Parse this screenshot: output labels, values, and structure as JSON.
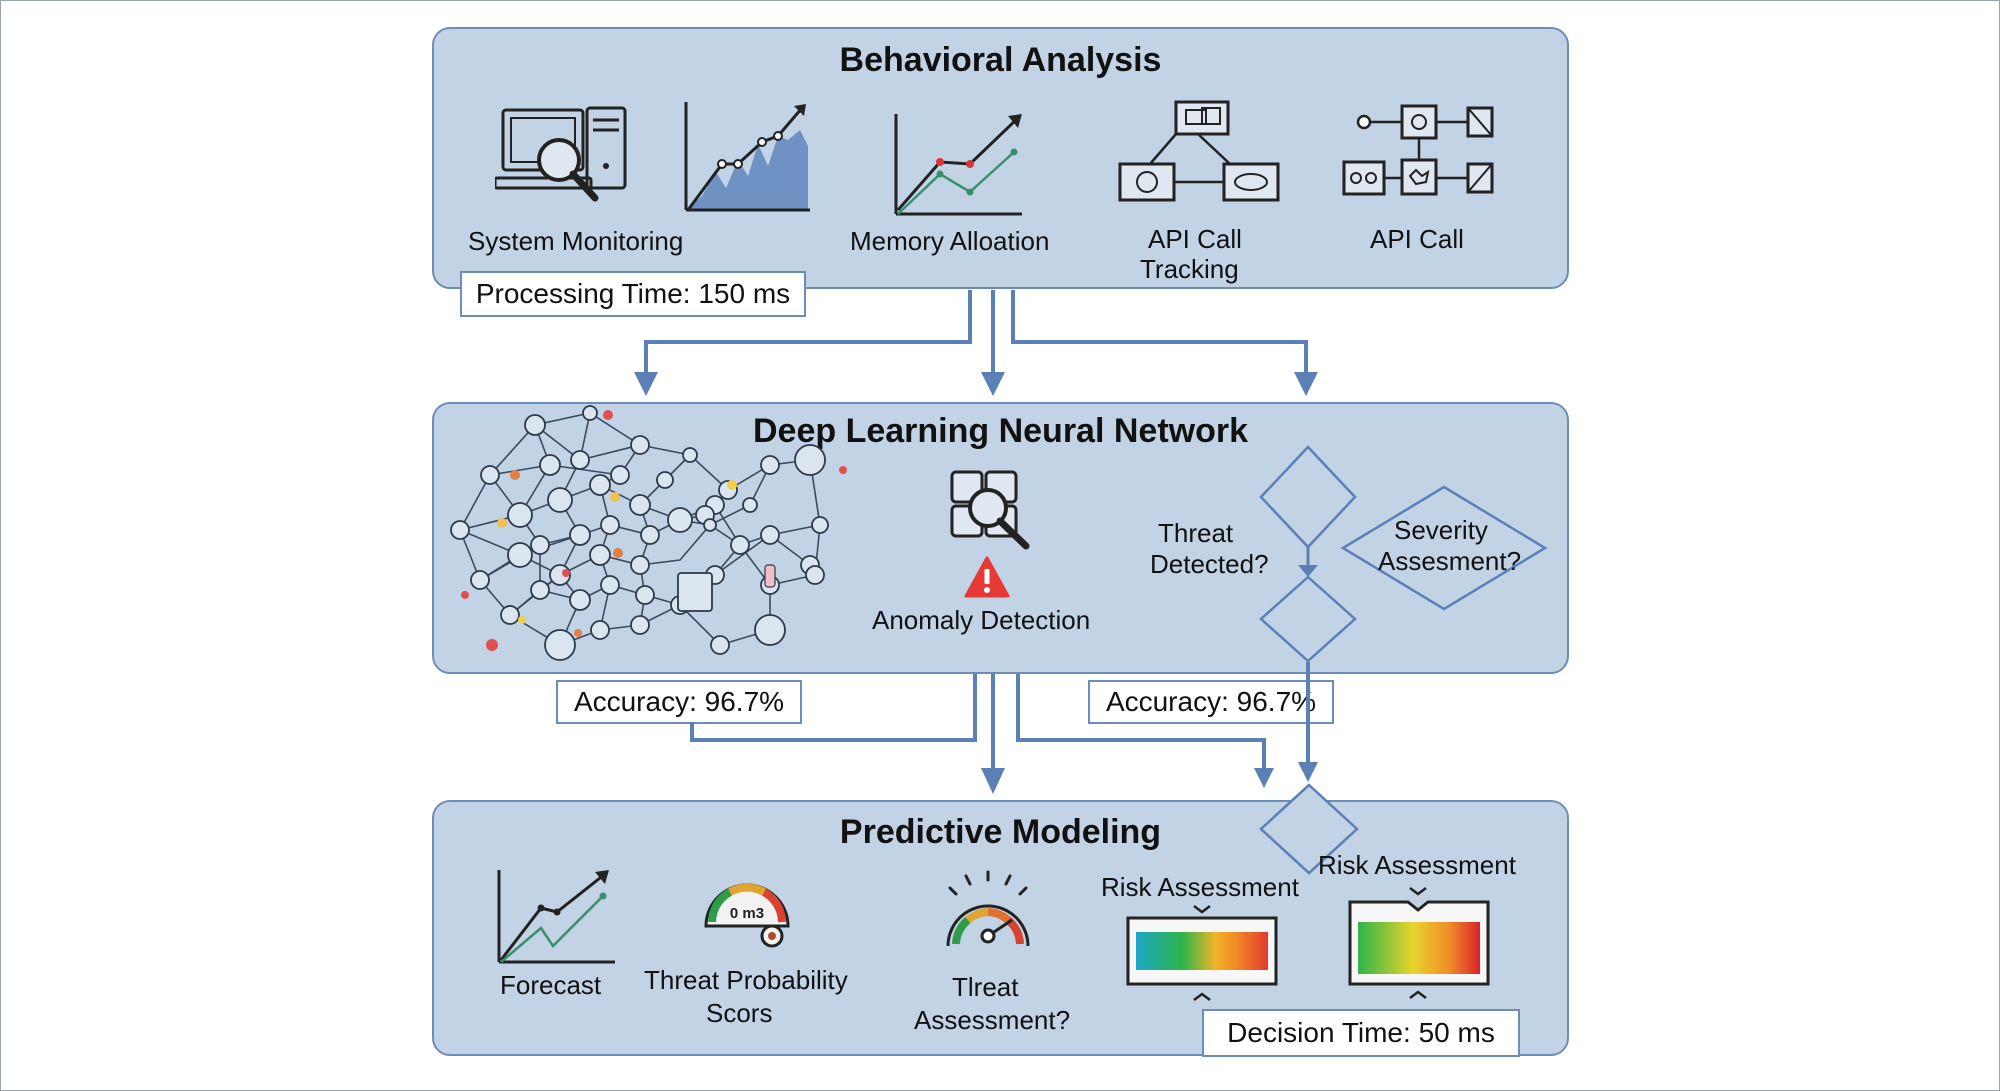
{
  "panels": {
    "behavioral": {
      "title": "Behavioral Analysis",
      "labels": {
        "system_monitoring": "System Monitoring",
        "memory_allocation": "Memory Alloation",
        "api_call_tracking_1": "API Call",
        "api_call_tracking_2": "Tracking",
        "api_call": "API Call"
      },
      "metric": "Processing Time: 150 ms"
    },
    "deep_learning": {
      "title": "Deep Learning Neural Network",
      "labels": {
        "anomaly_detection": "Anomaly Detection",
        "threat_detected_1": "Threat",
        "threat_detected_2": "Detected?",
        "severity_1": "Severity",
        "severity_2": "Assesment?"
      },
      "accuracy_left": "Accuracy: 96.7%",
      "accuracy_right": "Accuracy: 96.7%"
    },
    "predictive": {
      "title": "Predictive Modeling",
      "labels": {
        "forecast": "Forecast",
        "threat_prob_1": "Threat Probability",
        "threat_prob_2": "Scors",
        "threat_assess_1": "Tlreat",
        "threat_assess_2": "Assessment?",
        "risk_assessment_1": "Risk Assessment",
        "risk_assessment_2": "Risk Assessment",
        "gauge_text": "0 m3"
      },
      "metric": "Decision Time: 50 ms"
    }
  },
  "colors": {
    "panel_fill": "#c3d3e6",
    "panel_border": "#6d8db9",
    "arrow": "#5b80b6",
    "alert": "#e53935"
  }
}
